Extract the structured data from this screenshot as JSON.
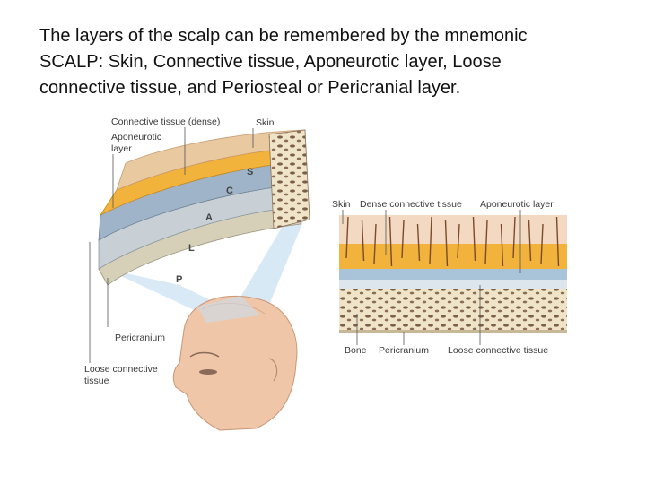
{
  "caption_lines": [
    "The layers of the scalp can be remembered by the mnemonic",
    "SCALP: Skin, Connective tissue, Aponeurotic layer, Loose",
    "connective tissue, and Periosteal or Pericranial layer."
  ],
  "left_figure": {
    "labels": {
      "connective_tissue_dense": "Connective tissue (dense)",
      "skin": "Skin",
      "aponeurotic_1": "Aponeurotic",
      "aponeurotic_2": "layer",
      "pericranium": "Pericranium",
      "loose_1": "Loose connective",
      "loose_2": "tissue"
    },
    "letters": [
      "S",
      "C",
      "A",
      "L",
      "P"
    ]
  },
  "right_figure": {
    "top_labels": {
      "skin": "Skin",
      "dense": "Dense connective tissue",
      "aponeurotic": "Aponeurotic layer"
    },
    "bottom_labels": {
      "bone": "Bone",
      "pericranium": "Pericranium",
      "loose": "Loose connective tissue"
    }
  },
  "colors": {
    "skin": "#e9c9a0",
    "connective": "#f2b33c",
    "aponeurotic": "#9fb4c8",
    "loose": "#c8d0d6",
    "pericranium": "#d6d0b8",
    "bone": "#e8dcc0",
    "projection": "#b9d8ef"
  }
}
